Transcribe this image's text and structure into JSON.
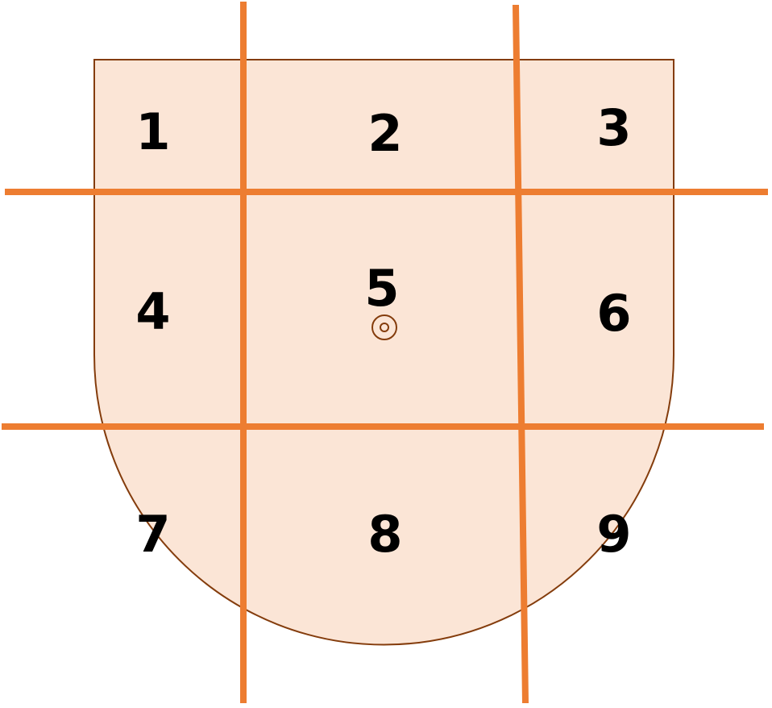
{
  "diagram": {
    "regions": [
      {
        "id": "1",
        "label": "1"
      },
      {
        "id": "2",
        "label": "2"
      },
      {
        "id": "3",
        "label": "3"
      },
      {
        "id": "4",
        "label": "4"
      },
      {
        "id": "5",
        "label": "5"
      },
      {
        "id": "6",
        "label": "6"
      },
      {
        "id": "7",
        "label": "7"
      },
      {
        "id": "8",
        "label": "8"
      },
      {
        "id": "9",
        "label": "9"
      }
    ],
    "center_marker": "target-icon",
    "colors": {
      "shape_fill": "#FBE5D6",
      "shape_stroke": "#843C0C",
      "grid_lines": "#ED7D31",
      "labels": "#000000"
    }
  }
}
